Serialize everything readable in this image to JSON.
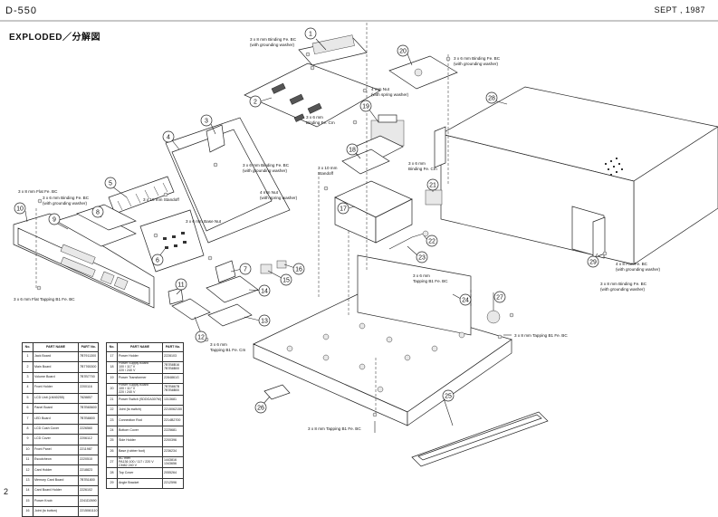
{
  "header": {
    "model": "D-550",
    "date": "SEPT , 1987",
    "title": "EXPLODED／分解図",
    "page_number": "2"
  },
  "callouts": {
    "c1": "3 x 8 mm Binding Fe. BC",
    "c1b": "(with grounding washer)",
    "c2": "3 x 6 mm Binding Fe. BC",
    "c2b": "(with grounding washer)",
    "c3": "4 mm Nut",
    "c3b": "(with spring washer)",
    "c4": "3 x 6 mm",
    "c4b": "Binding Fe. Cm",
    "c5": "3 x 6 mm Binding Fe. BC",
    "c5b": "(with grounding washer)",
    "c6": "3 x 6 mm",
    "c6b": "Binding Fe. Cm",
    "c7": "3 x 10 mm",
    "c7b": "Standoff",
    "c8": "3 x 8 mm Flat Fe. BC",
    "c9": "3 x 6 mm Binding Fe. BC",
    "c9b": "(with grounding washer)",
    "c10": "3 x 10 mm Standoff",
    "c11": "4 mm Nut",
    "c11b": "(with spring washer)",
    "c12": "3 x 6 mm Base Nut",
    "c13": "3 x 6 mm Flat Tapping B1 Fe. BC",
    "c14": "3 x 6 mm",
    "c14b": "Tapping B1 Fe. Cm",
    "c15": "3 x 6 mm",
    "c15b": "Tapping B1 Fe. BC",
    "c16": "3 x 8 mm Tapping B1 Fe. BC",
    "c17": "3 x 8 mm Tapping B1 Fe. BC",
    "c18": "4 x 8 Pan Fe. BC",
    "c18b": "(with grounding washer)",
    "c19": "3 x 8 mm Binding Fe. BC",
    "c19b": "(with grounding washer)"
  },
  "part_numbers": [
    "1",
    "2",
    "3",
    "4",
    "5",
    "6",
    "7",
    "8",
    "9",
    "10",
    "11",
    "12",
    "13",
    "14",
    "15",
    "16",
    "17",
    "18",
    "19",
    "20",
    "21",
    "22",
    "23",
    "24",
    "25",
    "26",
    "27",
    "28",
    "29"
  ],
  "parts_table": {
    "headers": [
      "No.",
      "PART NAME",
      "PART No."
    ],
    "left": [
      [
        "1",
        "Jack Board",
        "7B7911300"
      ],
      [
        "2",
        "Main Board",
        "7B7765300"
      ],
      [
        "3",
        "Volume Board",
        "7B7B7700"
      ],
      [
        "4",
        "Front Holder",
        "2200116"
      ],
      [
        "5",
        "LCD Unit (LM40255)",
        "7828857"
      ],
      [
        "6",
        "Panel Board",
        "7B7B65600"
      ],
      [
        "7",
        "LED Board",
        "7B7B8800"
      ],
      [
        "8",
        "LCD Cush Cover",
        "2226560"
      ],
      [
        "9",
        "LCD Cover",
        "2206112"
      ],
      [
        "10",
        "Front Panel",
        "2211987"
      ],
      [
        "11",
        "Escutcheon",
        "2220510"
      ],
      [
        "12",
        "Card Holder",
        "2218823"
      ],
      [
        "13",
        "Memory Card Board",
        "7B7B1800"
      ],
      [
        "14",
        "Card Board Holder",
        "2226102"
      ],
      [
        "15",
        "Power Knob",
        "2241D2690"
      ],
      [
        "16",
        "Joint (to button)",
        "2215061110"
      ]
    ],
    "right": [
      [
        "17",
        "Power Holder",
        "2228103"
      ],
      [
        "18",
        "Power Supply Board\n100 / 117 V\n220 / 240 V",
        "7B7B8B16\n7B7B8B00"
      ],
      [
        "19",
        "Power Transformer",
        "2284861G"
      ],
      [
        "20",
        "Power Supply Board\n100 / 117 V\n220 / 240 V",
        "7B7B867B\n7B7B8B00"
      ],
      [
        "21",
        "Power Switch (SDDGA307M)",
        "1313681"
      ],
      [
        "22",
        "Joint (to switch)",
        "2215062150"
      ],
      [
        "23",
        "Connection Rod",
        "2214B2700"
      ],
      [
        "24",
        "Bottom Cover",
        "2225681"
      ],
      [
        "25",
        "Side Holder",
        "2200396"
      ],
      [
        "26",
        "Base (rubber foot)",
        "2236234"
      ],
      [
        "27",
        "AC Inlet\nPA136    100 / 117 / 220 V\nCM82     240 V",
        "1443816\n1343656"
      ],
      [
        "28",
        "Top Cover",
        "2055264"
      ],
      [
        "29",
        "Angle Bracket",
        "2212596"
      ]
    ]
  }
}
